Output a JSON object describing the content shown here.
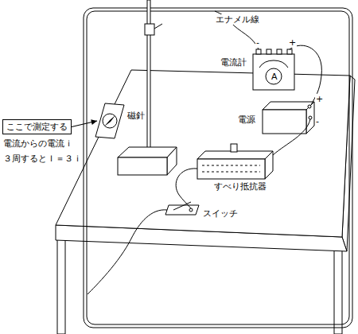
{
  "diagram": {
    "nodes": [
      {
        "text": [
          "ここで測定する"
        ]
      },
      {
        "text": [
          "磁針"
        ]
      }
    ],
    "edges": [
      {
        "from": 0,
        "to": 1,
        "arrow": "to"
      }
    ],
    "labels": [
      "エナメル線",
      "電流計",
      "-",
      "A",
      "+",
      "電源",
      "+",
      "-",
      "すべり抵抗器",
      "スイッチ",
      "電流からの電流ｉ",
      "３周するとＩ＝３ｉ"
    ]
  }
}
